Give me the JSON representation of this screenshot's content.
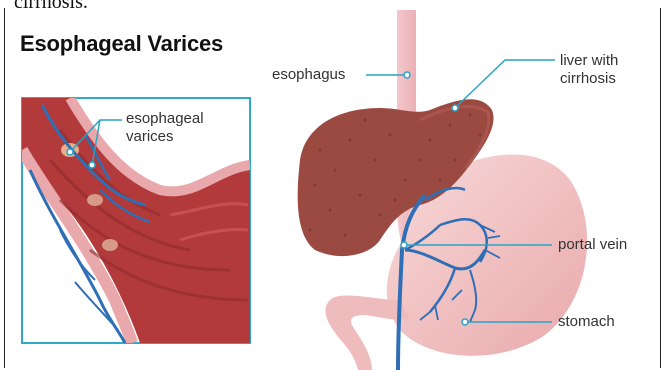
{
  "cropped_text": "cirrhosis.",
  "title": "Esophageal Varices",
  "labels": {
    "inset_varices_line1": "esophageal",
    "inset_varices_line2": "varices",
    "esophagus": "esophagus",
    "liver_line1": "liver with",
    "liver_line2": "cirrhosis",
    "portal_vein": "portal vein",
    "stomach": "stomach"
  },
  "colors": {
    "callout": "#29a3c6",
    "vein": "#2f6fb6",
    "liver": "#9b4a42",
    "stomach": "#f2c2c2",
    "inset_border": "#2ea9c9",
    "inset_tissue": "#b23a3a"
  }
}
